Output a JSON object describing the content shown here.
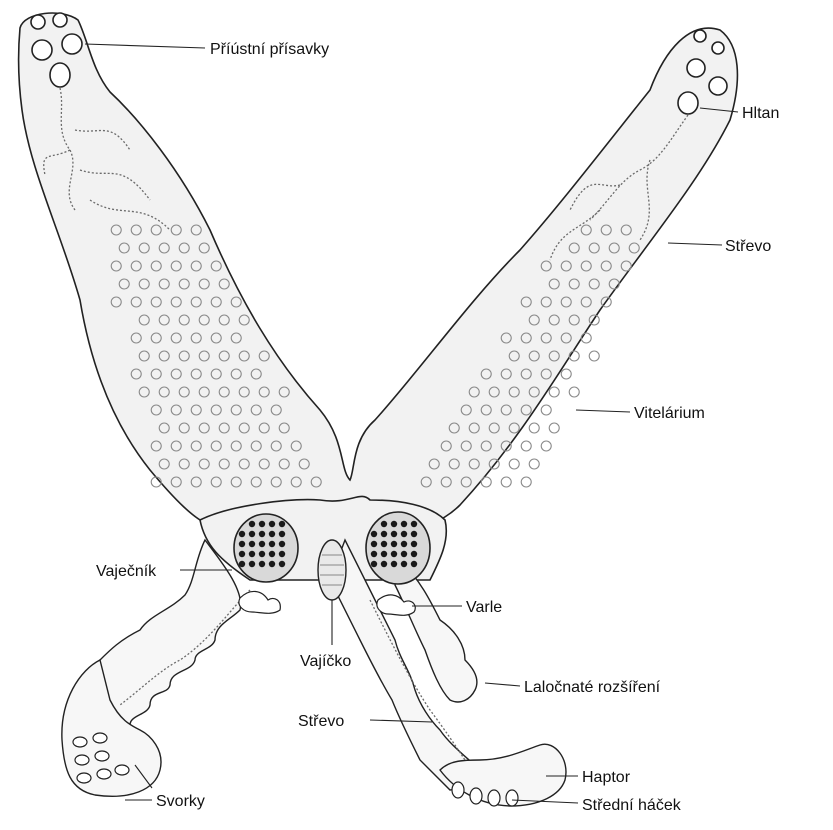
{
  "labels": {
    "priustni_prisavky": "Příústní přísavky",
    "hltan": "Hltan",
    "strevo_upper": "Střevo",
    "vitelarium": "Vitelárium",
    "vajecnik": "Vaječník",
    "varle": "Varle",
    "vajicko": "Vajíčko",
    "lalocnate": "Laločnaté rozšíření",
    "strevo_lower": "Střevo",
    "haptor": "Haptor",
    "svorky": "Svorky",
    "stredni_hacek": "Střední háček"
  },
  "colors": {
    "outline": "#222222",
    "body_fill": "#f2f2f2",
    "vitellarium_dots": "#8a8a8a",
    "ovary_cells": "#1a1a1a"
  }
}
